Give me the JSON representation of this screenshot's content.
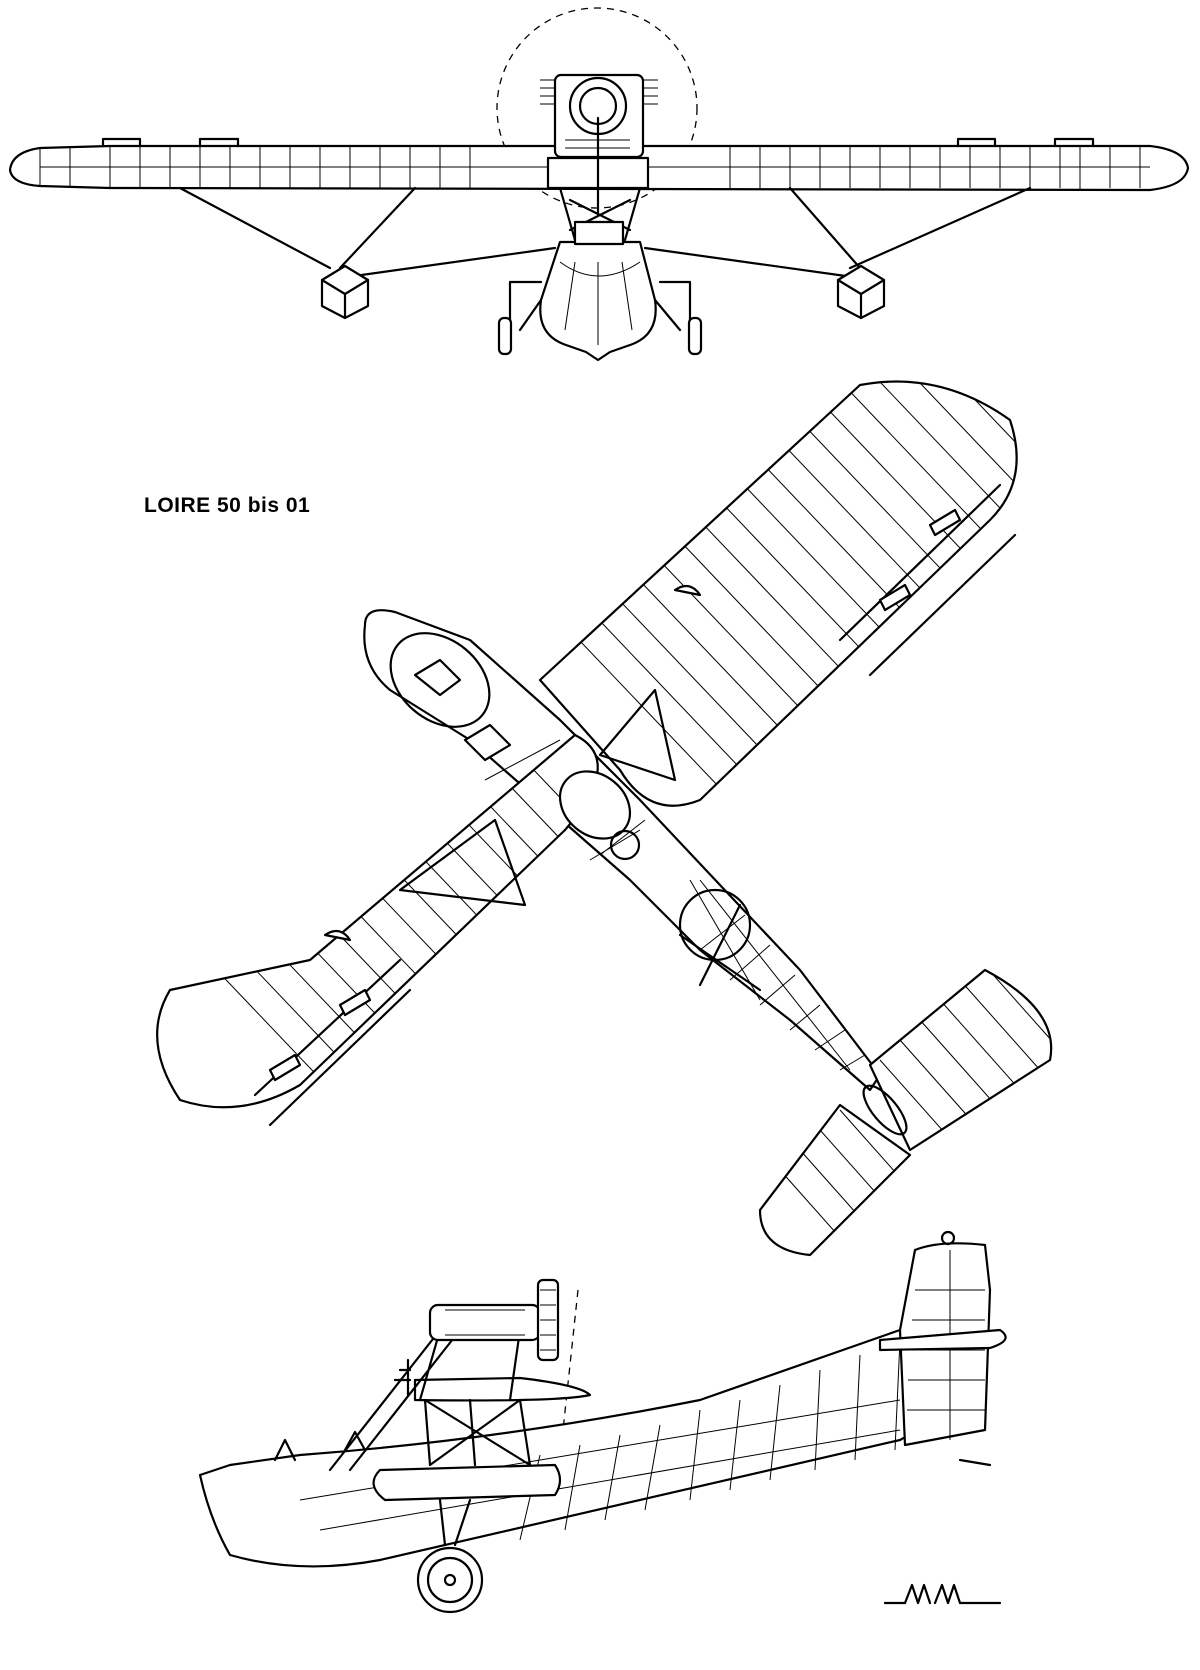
{
  "drawing_title": "LOIRE 50 bis 01",
  "signature": "MM",
  "views": [
    "front-view",
    "top-view",
    "side-view"
  ]
}
